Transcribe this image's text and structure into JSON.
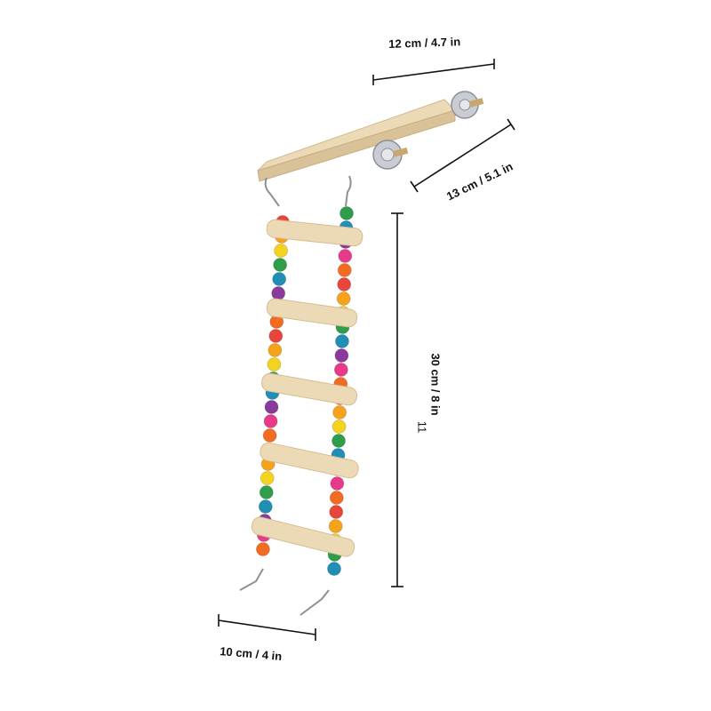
{
  "product": {
    "name": "bird perch ladder with colorful beads",
    "colors": {
      "wood": "#ecd9b6",
      "wood_dark": "#d6bd92",
      "metal": "#b9bcc2",
      "bead_palette": [
        "#e8453c",
        "#f7a21b",
        "#f3d31d",
        "#2f9d4a",
        "#1f8fb6",
        "#8a3a9c",
        "#e83a8a",
        "#f26b21"
      ]
    }
  },
  "dimensions": {
    "top_width": "12 cm / 4.7 in",
    "top_depth": "13 cm / 5.1 in",
    "height": "30 cm / 8 in",
    "ladder_width": "10 cm / 4 in",
    "height_mark": "11"
  }
}
